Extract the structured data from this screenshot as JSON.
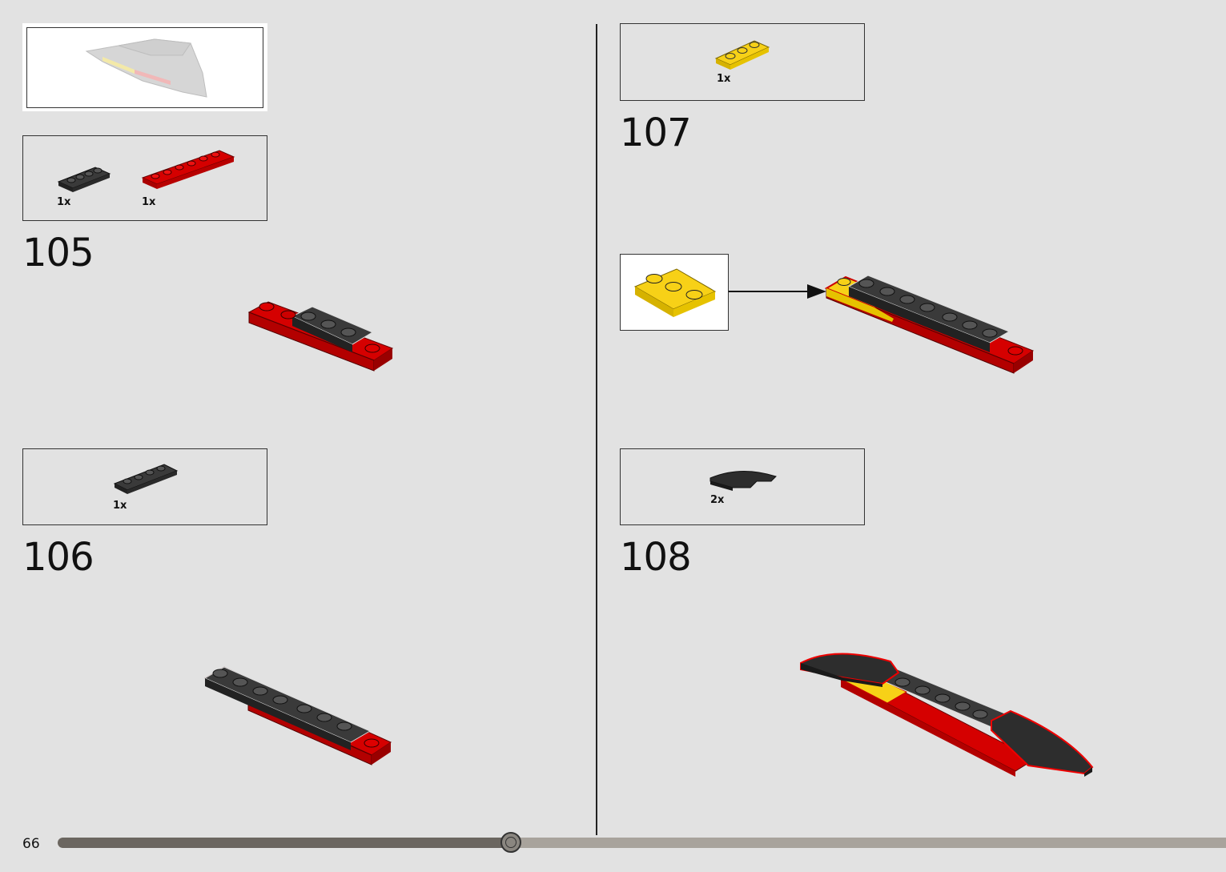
{
  "page": {
    "number": "66"
  },
  "progress": {
    "fraction": 0.385
  },
  "colors": {
    "background": "#e2e2e2",
    "red": "#cc0000",
    "dark": "#2a2a2a",
    "yellow": "#f7d117",
    "light": "#d0d0d0"
  },
  "steps": [
    {
      "number": "105",
      "parts": [
        {
          "name": "plate-1x4-dark-gray",
          "qty": "1x"
        },
        {
          "name": "plate-1x6-red",
          "qty": "1x"
        }
      ]
    },
    {
      "number": "106",
      "parts": [
        {
          "name": "plate-1x4-dark-gray",
          "qty": "1x"
        }
      ]
    },
    {
      "number": "107",
      "parts": [
        {
          "name": "plate-1x3-yellow",
          "qty": "1x"
        }
      ]
    },
    {
      "number": "108",
      "parts": [
        {
          "name": "curved-slope-black",
          "qty": "2x"
        }
      ]
    }
  ]
}
